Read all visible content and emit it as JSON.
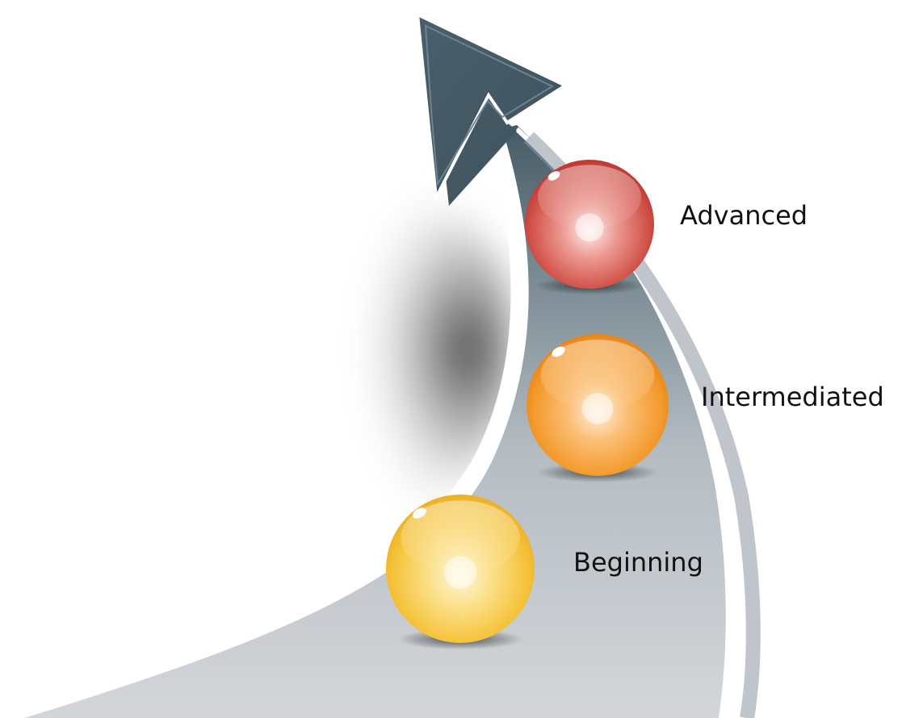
{
  "diagram": {
    "type": "progression-arrow",
    "colors": {
      "road_light": "#c7cbd0",
      "road_dark": "#4f6470",
      "road_edge": "#ffffff",
      "shadow": "#4a4a4a",
      "label_text": "#111111"
    },
    "stages": [
      {
        "label": "Beginning",
        "order": 1,
        "sphere_color": "#f3b928",
        "sphere_highlight": "#fff6c2"
      },
      {
        "label": "Intermediated",
        "order": 2,
        "sphere_color": "#f08a1c",
        "sphere_highlight": "#ffe2b8"
      },
      {
        "label": "Advanced",
        "order": 3,
        "sphere_color": "#c0302a",
        "sphere_highlight": "#ffd8d4"
      }
    ]
  }
}
